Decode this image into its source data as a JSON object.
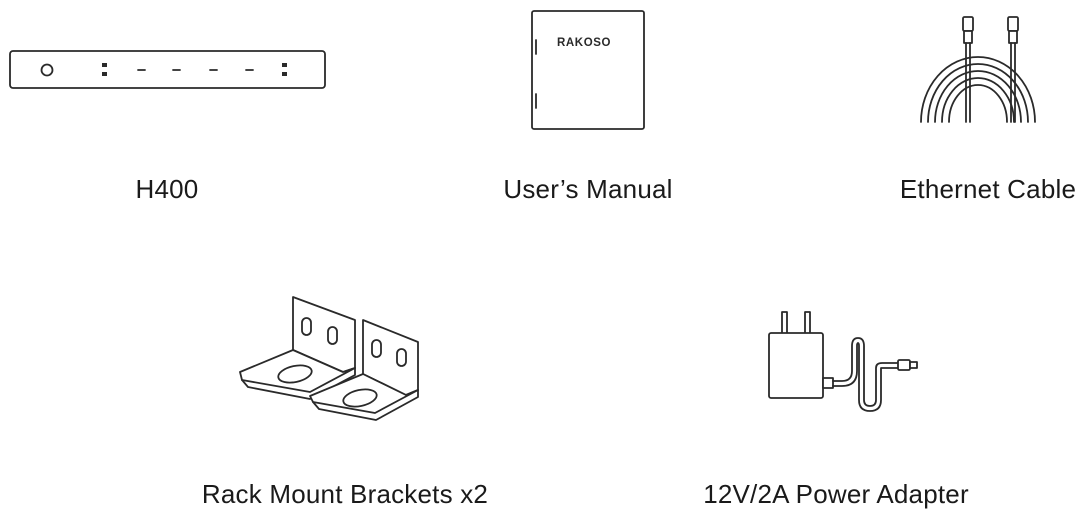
{
  "items": [
    {
      "label": "H400"
    },
    {
      "label": "User’s Manual",
      "brand": "RAKOSO"
    },
    {
      "label": "Ethernet Cable"
    },
    {
      "label": "Rack Mount Brackets x2"
    },
    {
      "label": "12V/2A Power Adapter"
    }
  ],
  "colors": {
    "line": "#2a2a2a",
    "text": "#1a1a1a",
    "background": "#ffffff"
  }
}
